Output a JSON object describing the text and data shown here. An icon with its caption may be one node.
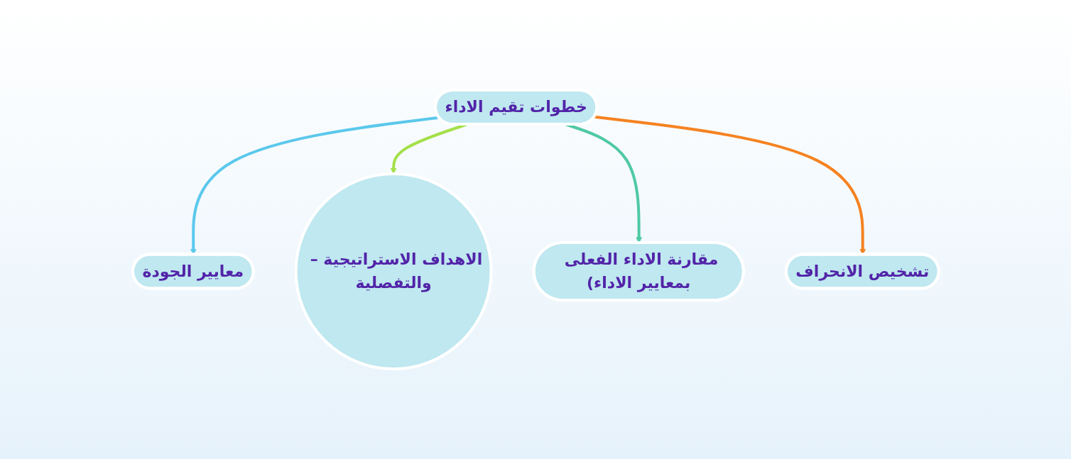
{
  "diagram": {
    "nodes": [
      {
        "text": [
          "معايير الجودة"
        ]
      },
      {
        "text": [
          "تشخيص الانحراف"
        ]
      },
      {
        "text": [
          "خطوات تقيم الاداء"
        ]
      },
      {
        "text": [
          "الاهداف الاستراتيجية – والتفصلية"
        ]
      },
      {
        "text": [
          "مقارنة الاداء الفعلى بمعايير الاداء)"
        ]
      }
    ],
    "edges": [
      {
        "from": 2,
        "to": 0,
        "arrow": "to",
        "color": "#5bc8ec"
      },
      {
        "from": 2,
        "to": 3,
        "arrow": "to",
        "color": "#a4e04a"
      },
      {
        "from": 2,
        "to": 4,
        "arrow": "to",
        "color": "#4fc9a4"
      },
      {
        "from": 2,
        "to": 1,
        "arrow": "to",
        "color": "#f58220"
      }
    ]
  }
}
